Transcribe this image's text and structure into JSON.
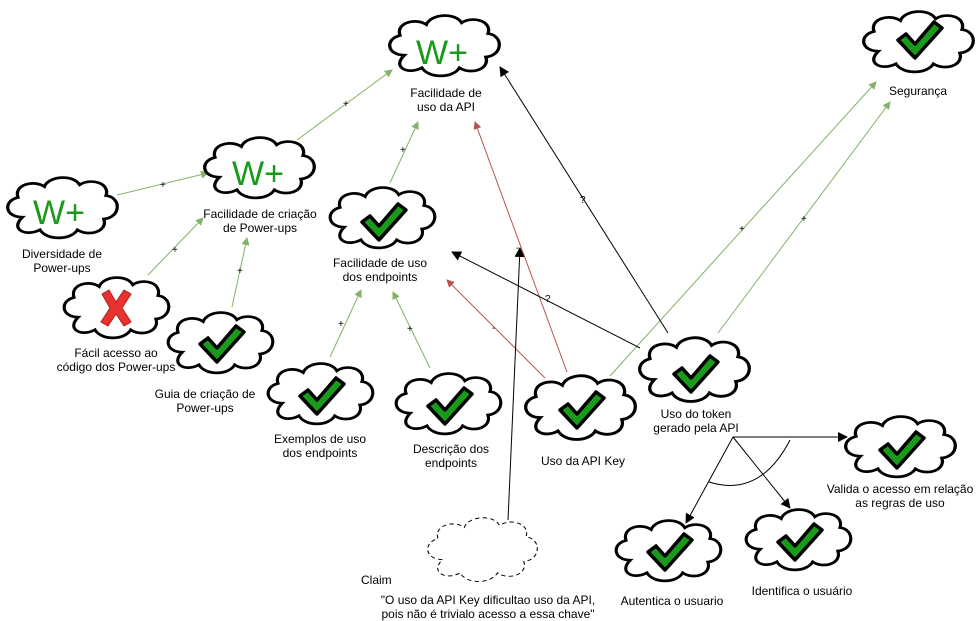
{
  "nodes": {
    "ease_api": {
      "label_lines": [
        "Facilidade de",
        "uso da API"
      ],
      "mark": "W+"
    },
    "security": {
      "label_lines": [
        "Segurança"
      ],
      "mark": "check"
    },
    "ease_powerups": {
      "label_lines": [
        "Facilidade de criação",
        "de Power-ups"
      ],
      "mark": "W+"
    },
    "diversity": {
      "label_lines": [
        "Diversidade de",
        "Power-ups"
      ],
      "mark": "W+"
    },
    "code_access": {
      "label_lines": [
        "Fácil acesso ao",
        "código dos Power-ups"
      ],
      "mark": "x"
    },
    "guide": {
      "label_lines": [
        "Guia de criação de",
        "Power-ups"
      ],
      "mark": "check"
    },
    "ease_endpoints": {
      "label_lines": [
        "Facilidade de uso",
        "dos endpoints"
      ],
      "mark": "check"
    },
    "examples": {
      "label_lines": [
        "Exemplos de uso",
        "dos endpoints"
      ],
      "mark": "check"
    },
    "description": {
      "label_lines": [
        "Descrição dos",
        "endpoints"
      ],
      "mark": "check"
    },
    "api_key": {
      "label_lines": [
        "Uso da API Key"
      ],
      "mark": "check"
    },
    "token": {
      "label_lines": [
        "Uso do token",
        "gerado pela API"
      ],
      "mark": "check"
    },
    "validate": {
      "label_lines": [
        "Valida o acesso em relação",
        "as regras de uso"
      ],
      "mark": "check"
    },
    "authenticate": {
      "label_lines": [
        "Autentica o usuario"
      ],
      "mark": "check"
    },
    "identify": {
      "label_lines": [
        "Identifica o usuário"
      ],
      "mark": "check"
    },
    "claim": {
      "label_lines": [
        "Claim"
      ],
      "mark": "none"
    }
  },
  "claim_text": [
    "\"O uso da API Key dificultao uso da API,",
    "pois não é trivialo acesso a essa chave\""
  ],
  "edges": [
    {
      "from": "ease_powerups",
      "to": "ease_api",
      "label": "+",
      "color": "green"
    },
    {
      "from": "diversity",
      "to": "ease_powerups",
      "label": "+",
      "color": "green"
    },
    {
      "from": "code_access",
      "to": "ease_powerups",
      "label": "+",
      "color": "green"
    },
    {
      "from": "guide",
      "to": "ease_powerups",
      "label": "+",
      "color": "green"
    },
    {
      "from": "ease_endpoints",
      "to": "ease_api",
      "label": "+",
      "color": "green"
    },
    {
      "from": "examples",
      "to": "ease_endpoints",
      "label": "+",
      "color": "green"
    },
    {
      "from": "description",
      "to": "ease_endpoints",
      "label": "+",
      "color": "green"
    },
    {
      "from": "api_key",
      "to": "ease_endpoints",
      "label": "-",
      "color": "red"
    },
    {
      "from": "api_key",
      "to": "ease_api",
      "label": "-",
      "color": "red"
    },
    {
      "from": "api_key",
      "to": "security",
      "label": "+",
      "color": "green"
    },
    {
      "from": "token",
      "to": "security",
      "label": "+",
      "color": "green"
    },
    {
      "from": "token",
      "to": "ease_api",
      "label": "?",
      "color": "black"
    },
    {
      "from": "token",
      "to": "ease_endpoints",
      "label": "?",
      "color": "black"
    },
    {
      "from": "token",
      "to": "validate",
      "label": "",
      "color": "black"
    },
    {
      "from": "token",
      "to": "authenticate",
      "label": "",
      "color": "black"
    },
    {
      "from": "token",
      "to": "identify",
      "label": "",
      "color": "black"
    },
    {
      "from": "claim",
      "to": "api_key_edge",
      "label": "",
      "color": "black"
    }
  ],
  "colors": {
    "green_edge": "#82b366",
    "red_edge": "#b85450",
    "mark_green": "#1a9a1a",
    "x_red": "#e8322e"
  }
}
